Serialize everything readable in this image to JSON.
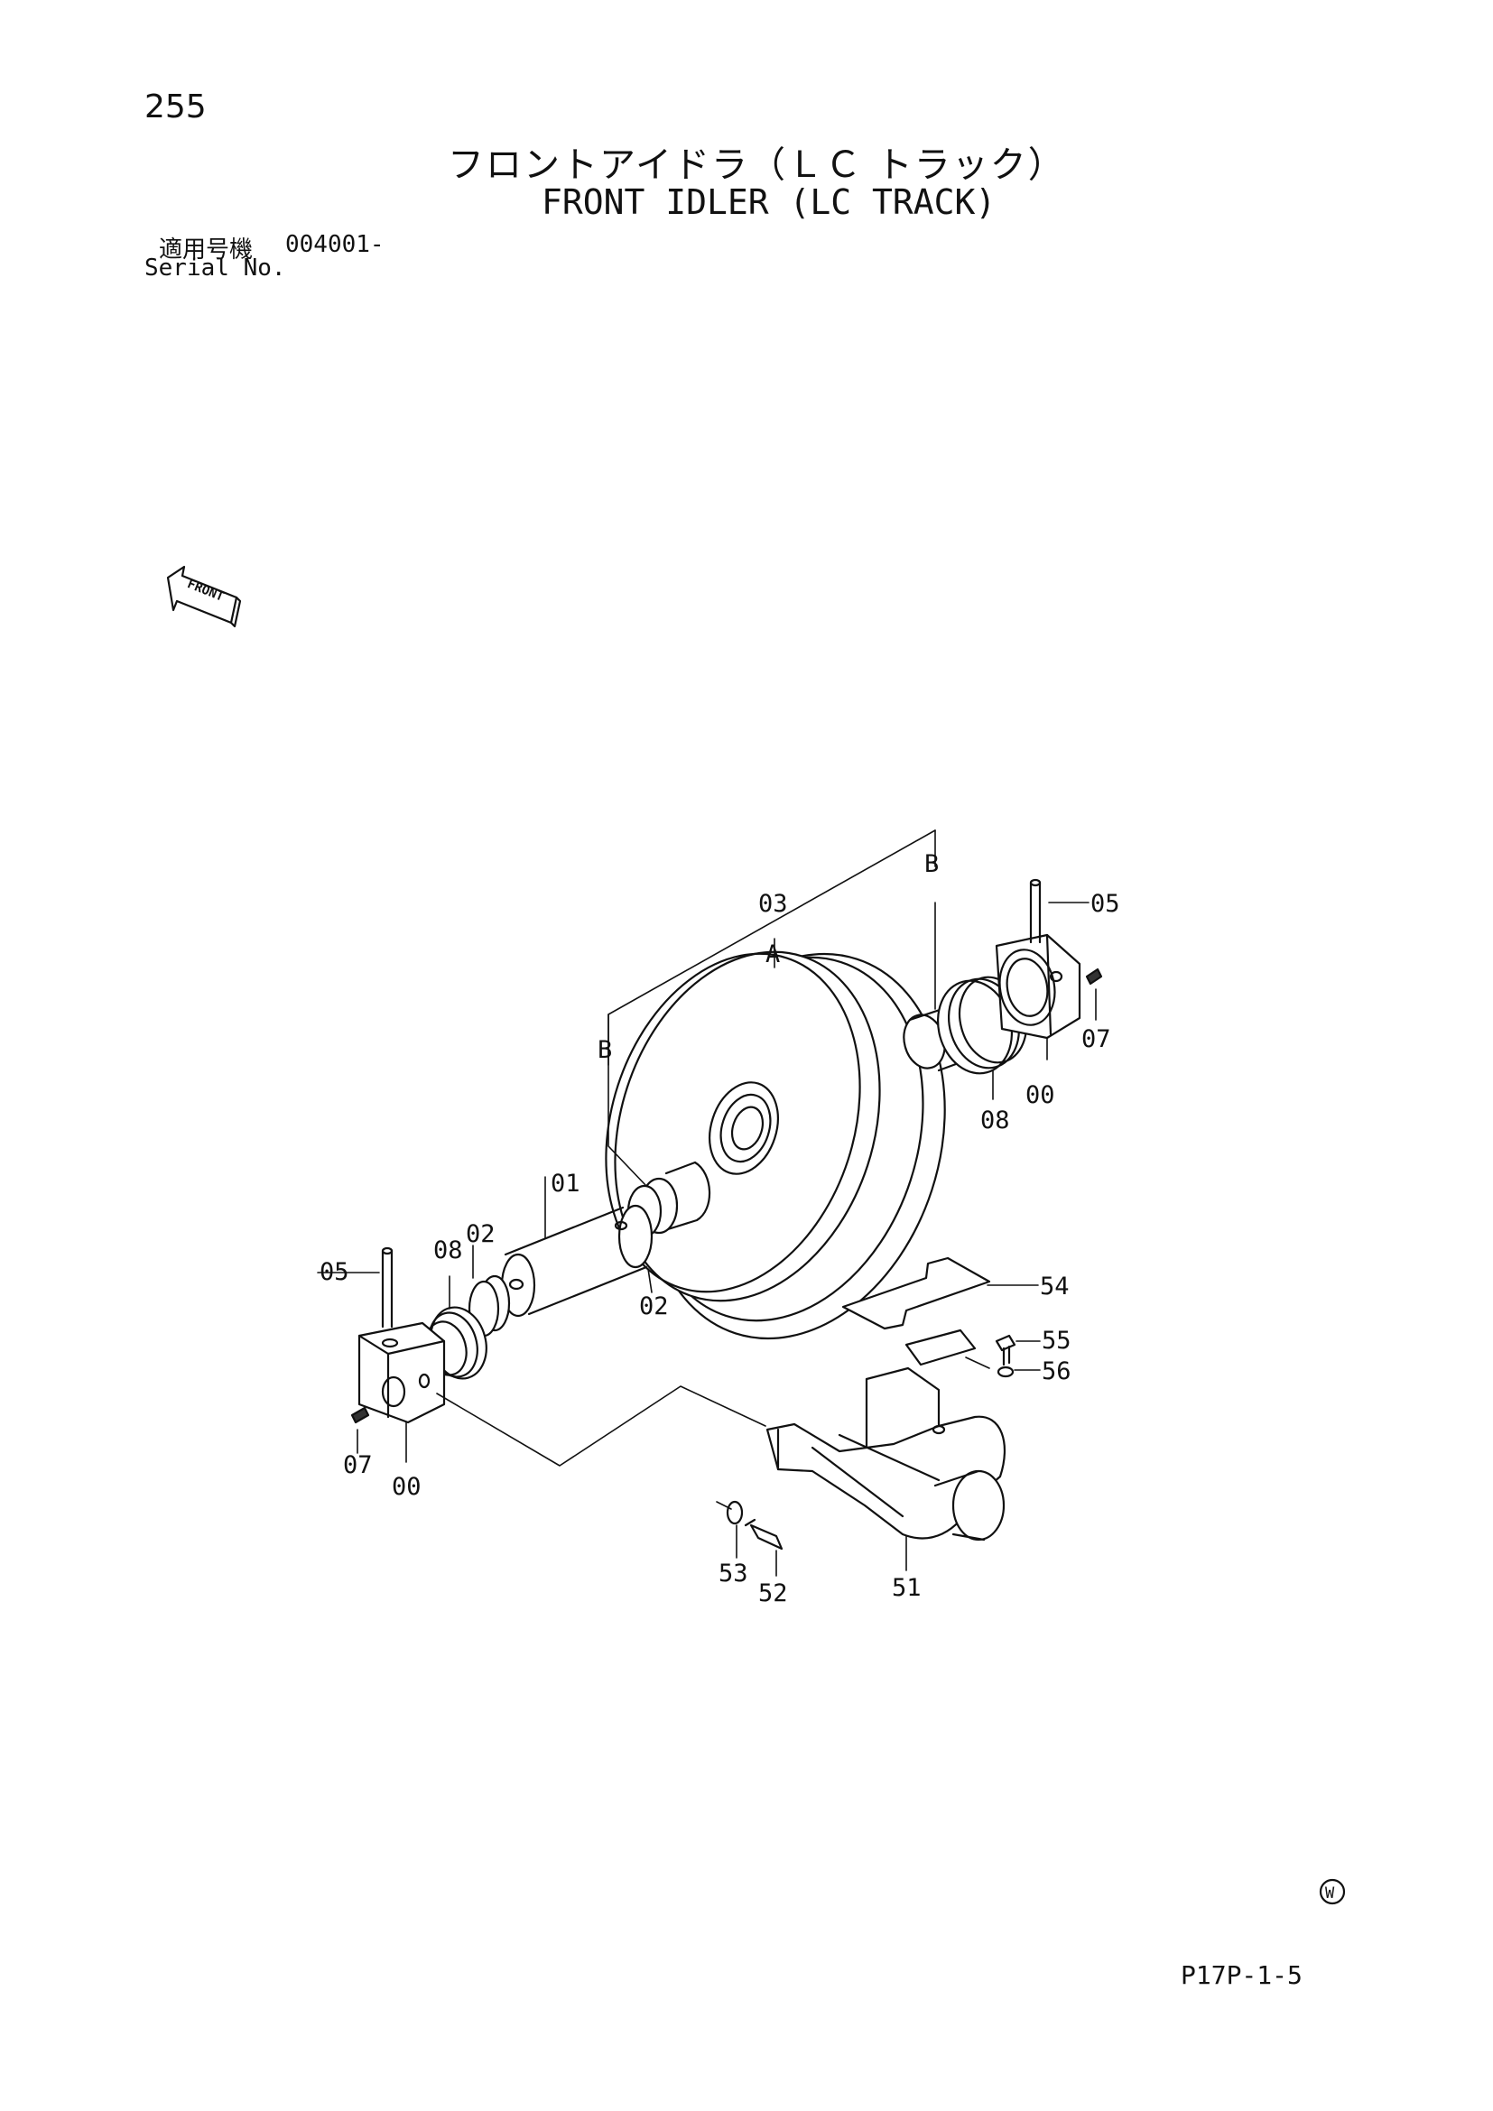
{
  "page_number": "255",
  "title_jp": "フロントアイドラ（ＬＣ トラック）",
  "title_en": "FRONT IDLER (LC TRACK)",
  "serial_label_jp": "適用号機",
  "serial_value": "004001-",
  "serial_label_en": "Serial No.",
  "front_arrow_label": "FRONT",
  "watermark": "W",
  "figure_code": "P17P-1-5",
  "callouts": {
    "c00_left": "00",
    "c00_right": "00",
    "c01": "01",
    "c02_left": "02",
    "c02_mid": "02",
    "c03": "03",
    "c05_left": "05",
    "c05_right": "05",
    "c07_left": "07",
    "c07_right": "07",
    "c08_left": "08",
    "c08_right": "08",
    "c51": "51",
    "c52": "52",
    "c53": "53",
    "c54": "54",
    "c55": "55",
    "c56": "56",
    "a_label": "A",
    "b_left": "B",
    "b_right": "B"
  }
}
